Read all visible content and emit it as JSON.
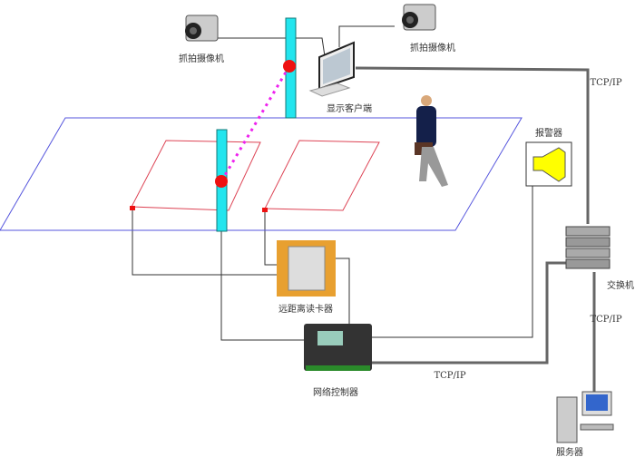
{
  "labels": {
    "camera_left": "抓拍摄像机",
    "camera_right": "抓拍摄像机",
    "display_client": "显示客户端",
    "alarm": "报警器",
    "tcpip_top": "TCP/IP",
    "switch": "交换机",
    "tcpip_right": "TCP/IP",
    "card_reader": "远距离读卡器",
    "controller": "网络控制器",
    "tcpip_bottom": "TCP/IP",
    "server": "服务器"
  },
  "colors": {
    "plane": "#5555dd",
    "zone": "#dd4455",
    "pole": "#22e5ee",
    "sensor": "#ee1111",
    "beam": "#ee22ee",
    "network": "#666666"
  }
}
